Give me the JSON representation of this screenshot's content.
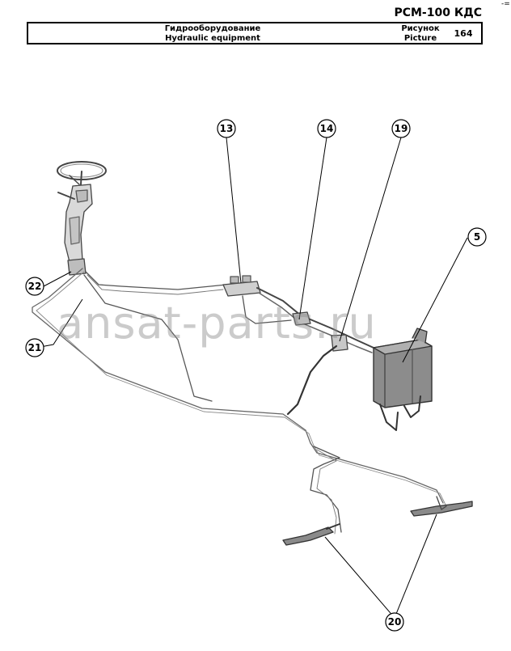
{
  "header": {
    "corner_mark": "-=",
    "model": "РСМ-100 КДС",
    "title_ru": "Гидрооборудование",
    "title_en": "Hydraulic equipment",
    "picture_ru": "Рисунок",
    "picture_en": "Picture",
    "picture_number": "164"
  },
  "callouts": [
    {
      "id": "13",
      "label": "13"
    },
    {
      "id": "14",
      "label": "14"
    },
    {
      "id": "19",
      "label": "19"
    },
    {
      "id": "5",
      "label": "5"
    },
    {
      "id": "22",
      "label": "22"
    },
    {
      "id": "21",
      "label": "21"
    },
    {
      "id": "20",
      "label": "20"
    }
  ],
  "watermark": "ansat-parts.ru"
}
